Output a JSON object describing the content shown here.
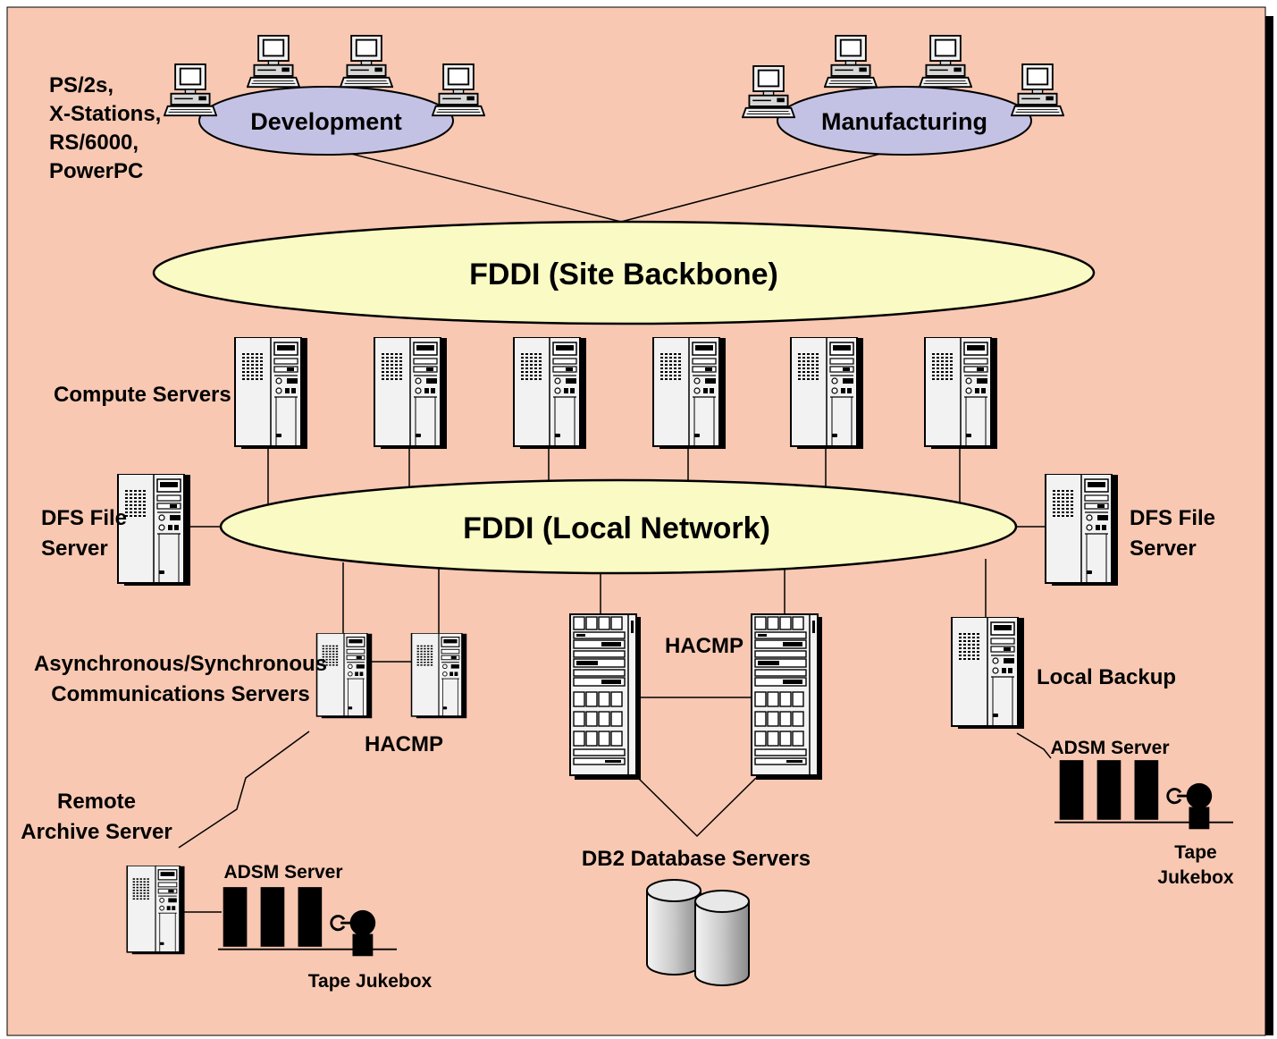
{
  "colors": {
    "background": "#f8c8b2",
    "backbone_ring": "#fafac4",
    "workgroup_ring": "#c4c2e4",
    "frame_shadow": "#000000",
    "device_body": "#f2f2f2"
  },
  "clients": {
    "label_lines": [
      "PS/2s,",
      "X-Stations,",
      "RS/6000,",
      "PowerPC"
    ],
    "development": {
      "label": "Development",
      "icon": "desktop-computer-icon"
    },
    "manufacturing": {
      "label": "Manufacturing",
      "icon": "desktop-computer-icon"
    }
  },
  "backbone": {
    "label": "FDDI (Site Backbone)"
  },
  "local_network": {
    "label": "FDDI (Local Network)"
  },
  "compute_servers": {
    "label": "Compute Servers",
    "icon": "tower-server-icon"
  },
  "dfs_left": {
    "label_lines": [
      "DFS File",
      "Server"
    ],
    "icon": "tower-server-icon"
  },
  "dfs_right": {
    "label_lines": [
      "DFS File",
      "Server"
    ],
    "icon": "tower-server-icon"
  },
  "comm_servers": {
    "label_lines": [
      "Asynchronous/Synchronous",
      "Communications Servers"
    ],
    "hacmp_label": "HACMP",
    "icon": "tower-server-icon"
  },
  "db_servers": {
    "label": "DB2 Database Servers",
    "hacmp_label": "HACMP",
    "icon": "rack-server-icon",
    "storage_icon": "database-cylinder-icon"
  },
  "local_backup": {
    "label": "Local Backup",
    "adsm_label": "ADSM Server",
    "jukebox_label_lines": [
      "Tape",
      "Jukebox"
    ],
    "icon": "tower-server-icon",
    "jukebox_icon": "tape-jukebox-icon"
  },
  "remote_archive": {
    "label_lines": [
      "Remote",
      "Archive Server"
    ],
    "adsm_label": "ADSM Server",
    "jukebox_label": "Tape Jukebox",
    "icon": "tower-server-icon",
    "jukebox_icon": "tape-jukebox-icon",
    "link_icon": "lightning-link-icon"
  }
}
